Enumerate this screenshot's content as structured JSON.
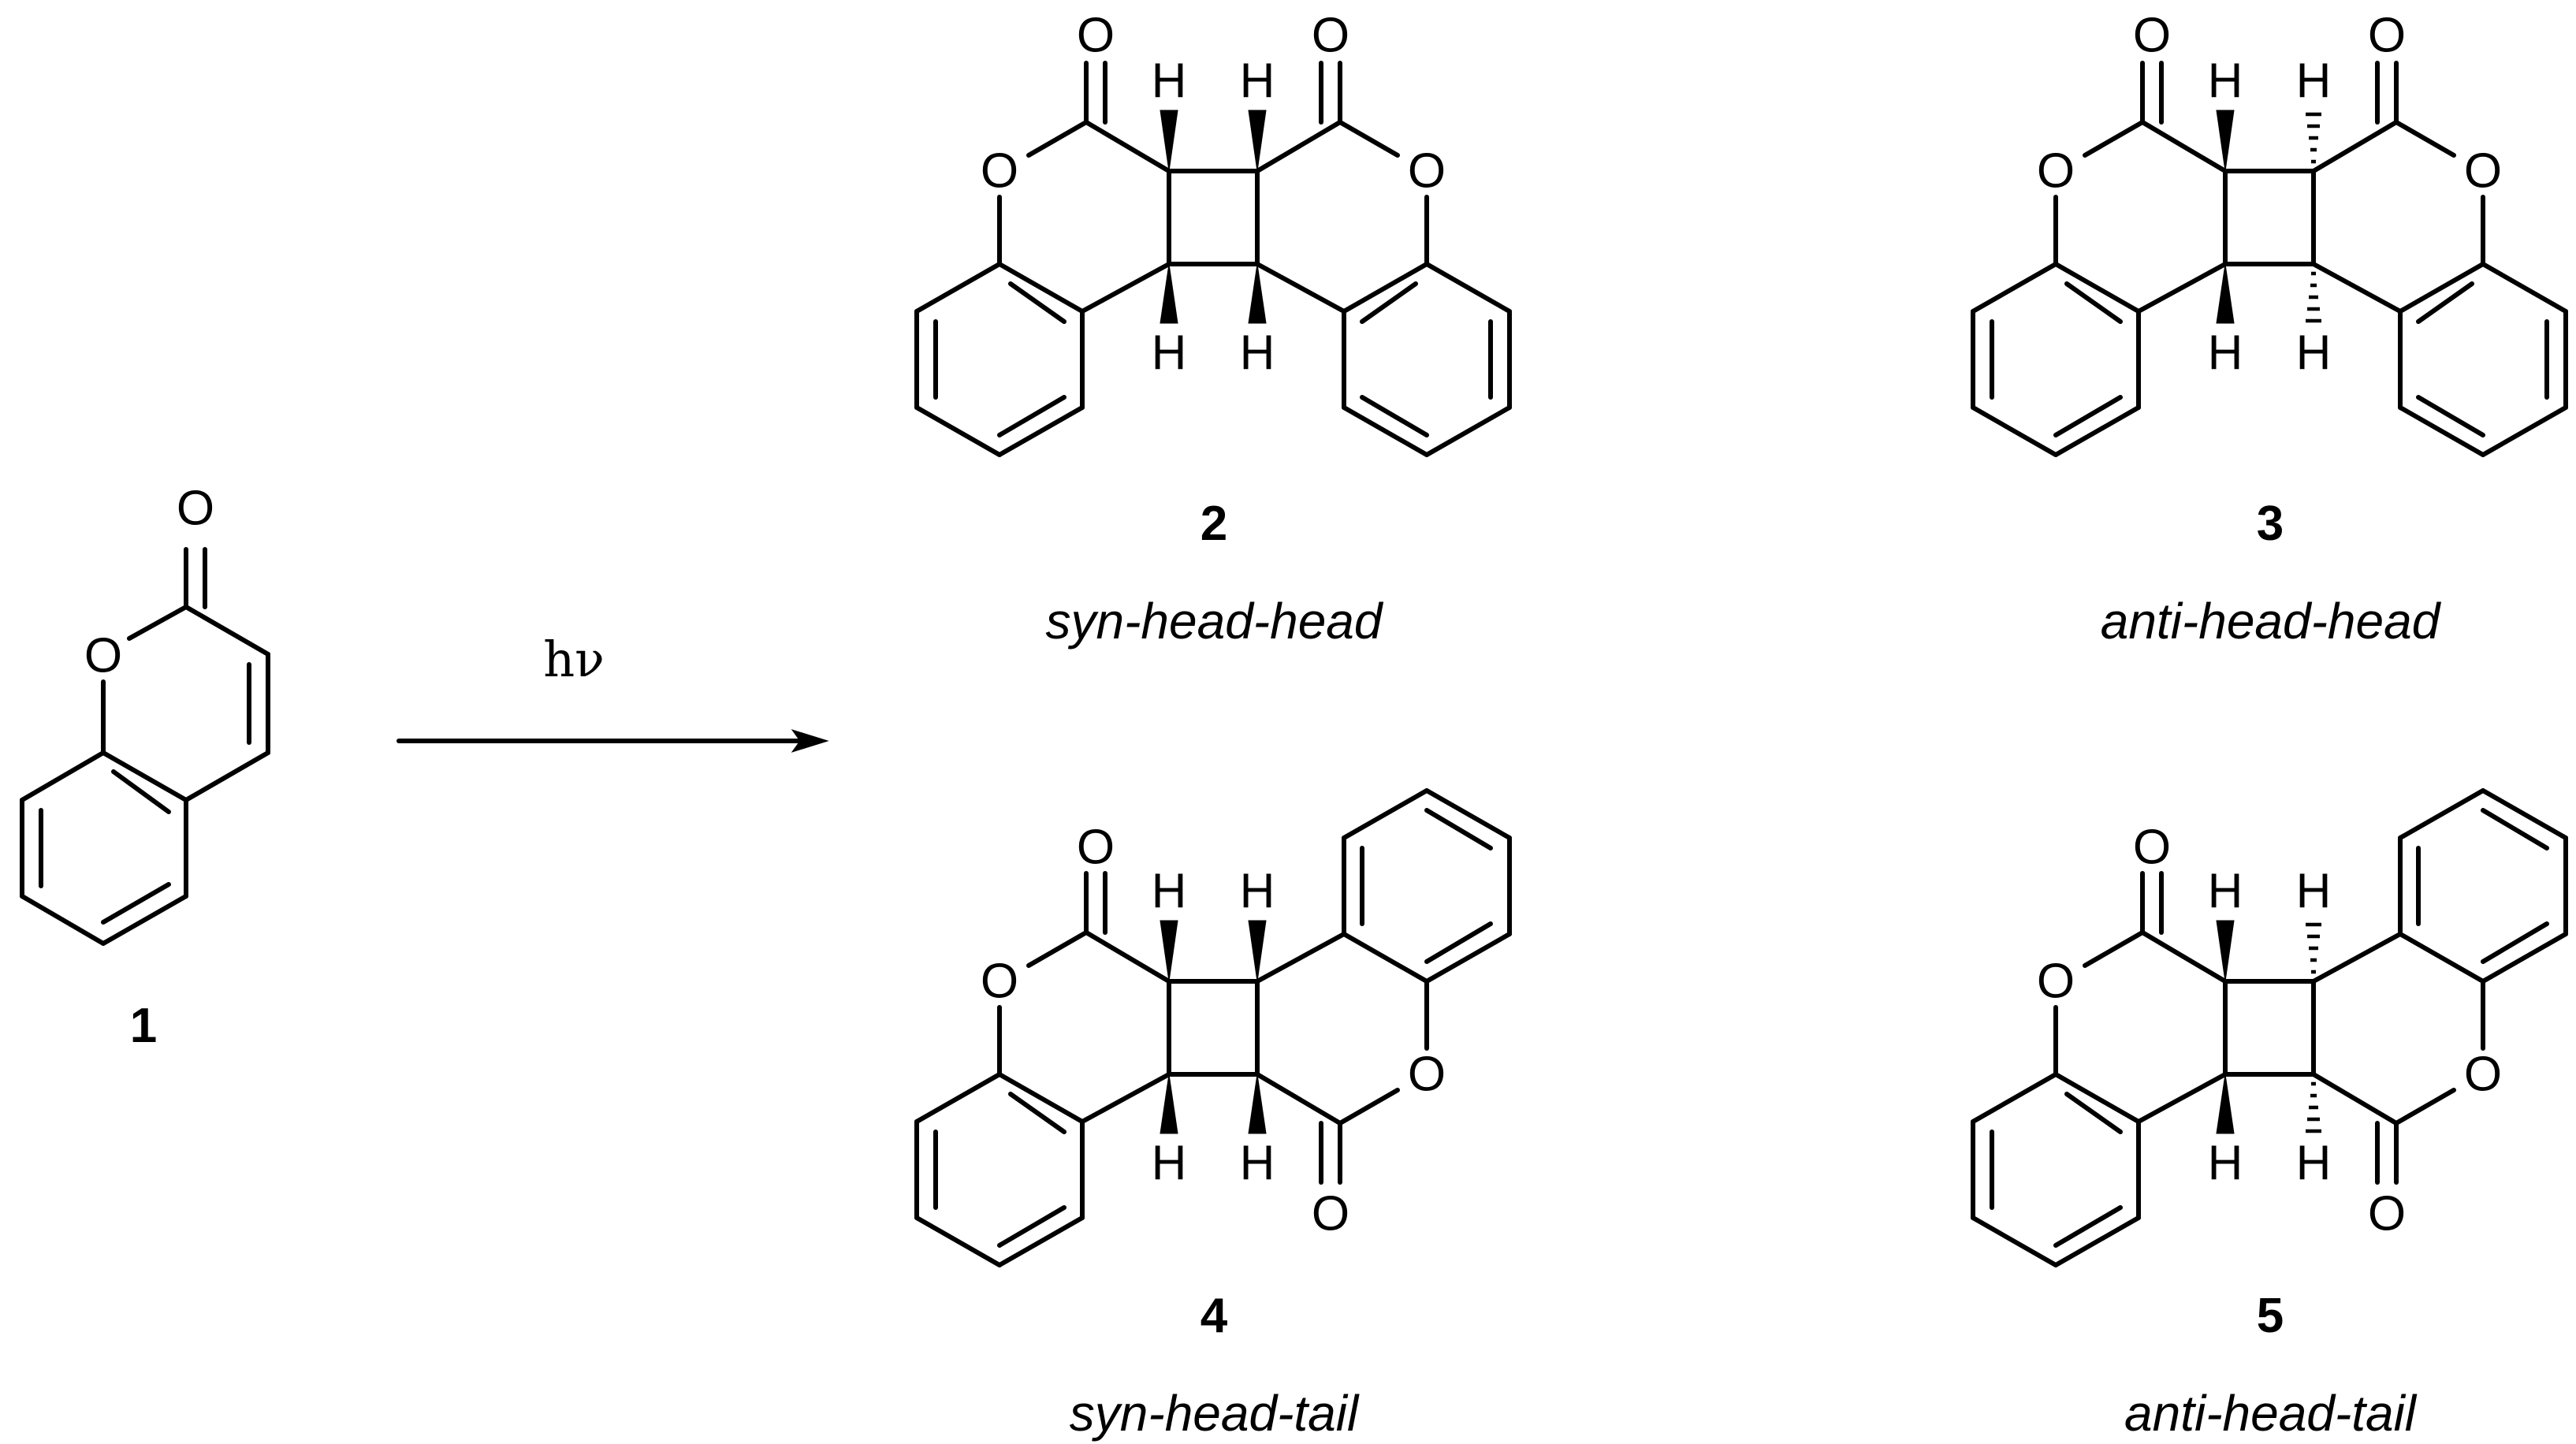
{
  "reaction": {
    "condition": "hν"
  },
  "atoms": {
    "oxygen": "O",
    "hydrogen": "H"
  },
  "compounds": [
    {
      "number": "1",
      "name": ""
    },
    {
      "number": "2",
      "name": "syn-head-head"
    },
    {
      "number": "3",
      "name": "anti-head-head"
    },
    {
      "number": "4",
      "name": "syn-head-tail"
    },
    {
      "number": "5",
      "name": "anti-head-tail"
    }
  ]
}
